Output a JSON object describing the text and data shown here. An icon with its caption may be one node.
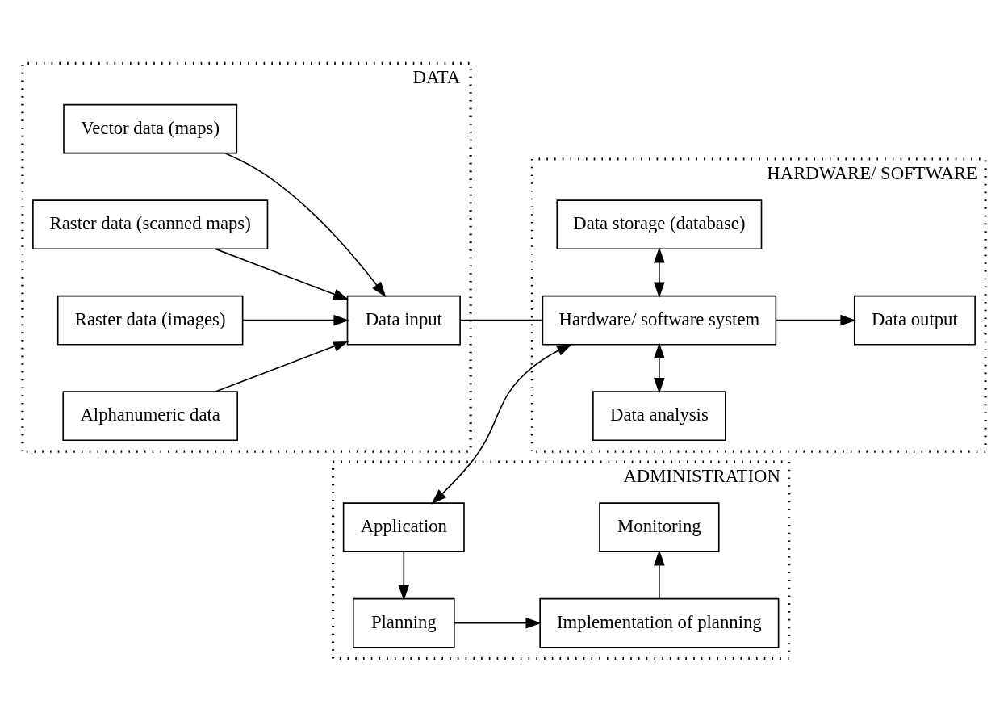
{
  "diagram": {
    "nodes": [
      {
        "text": [
          "DATA"
        ]
      },
      {
        "text": [
          "Vector data (maps)"
        ],
        "in": 0
      },
      {
        "text": [
          "Raster data (scanned maps)"
        ],
        "in": 0
      },
      {
        "text": [
          "Raster data (images)"
        ],
        "in": 0
      },
      {
        "text": [
          "Alphanumeric data"
        ],
        "in": 0
      },
      {
        "text": [
          "Data input"
        ],
        "in": 0
      },
      {
        "text": [
          "HARDWARE/ SOFTWARE"
        ]
      },
      {
        "text": [
          "Data analysis"
        ],
        "in": 6
      },
      {
        "text": [
          "Hardware/ software system"
        ],
        "in": 6
      },
      {
        "text": [
          "Data output"
        ],
        "in": 6
      },
      {
        "text": [
          "Data storage (database)"
        ],
        "in": 6
      },
      {
        "text": [
          "ADMINISTRATION"
        ]
      },
      {
        "text": [
          "Application"
        ],
        "in": 11
      },
      {
        "text": [
          "Monitoring"
        ],
        "in": 11
      },
      {
        "text": [
          "Planning"
        ],
        "in": 11
      },
      {
        "text": [
          "Implementation of planning"
        ],
        "in": 11
      }
    ],
    "edges": [
      {
        "from": 1,
        "to": 5,
        "arrow": "to"
      },
      {
        "from": 2,
        "to": 5,
        "arrow": "to"
      },
      {
        "from": 3,
        "to": 5,
        "arrow": "to"
      },
      {
        "from": 4,
        "to": 5,
        "arrow": "to"
      },
      {
        "from": 5,
        "to": 8,
        "arrow": "none"
      },
      {
        "from": 7,
        "to": 8,
        "arrow": "both"
      },
      {
        "from": 8,
        "to": 9,
        "arrow": "to"
      },
      {
        "from": 8,
        "to": 10,
        "arrow": "both"
      },
      {
        "from": 12,
        "to": 8,
        "arrow": "both"
      },
      {
        "from": 12,
        "to": 14,
        "arrow": "to"
      },
      {
        "from": 14,
        "to": 15,
        "arrow": "to"
      },
      {
        "from": 15,
        "to": 13,
        "arrow": "to"
      }
    ]
  }
}
